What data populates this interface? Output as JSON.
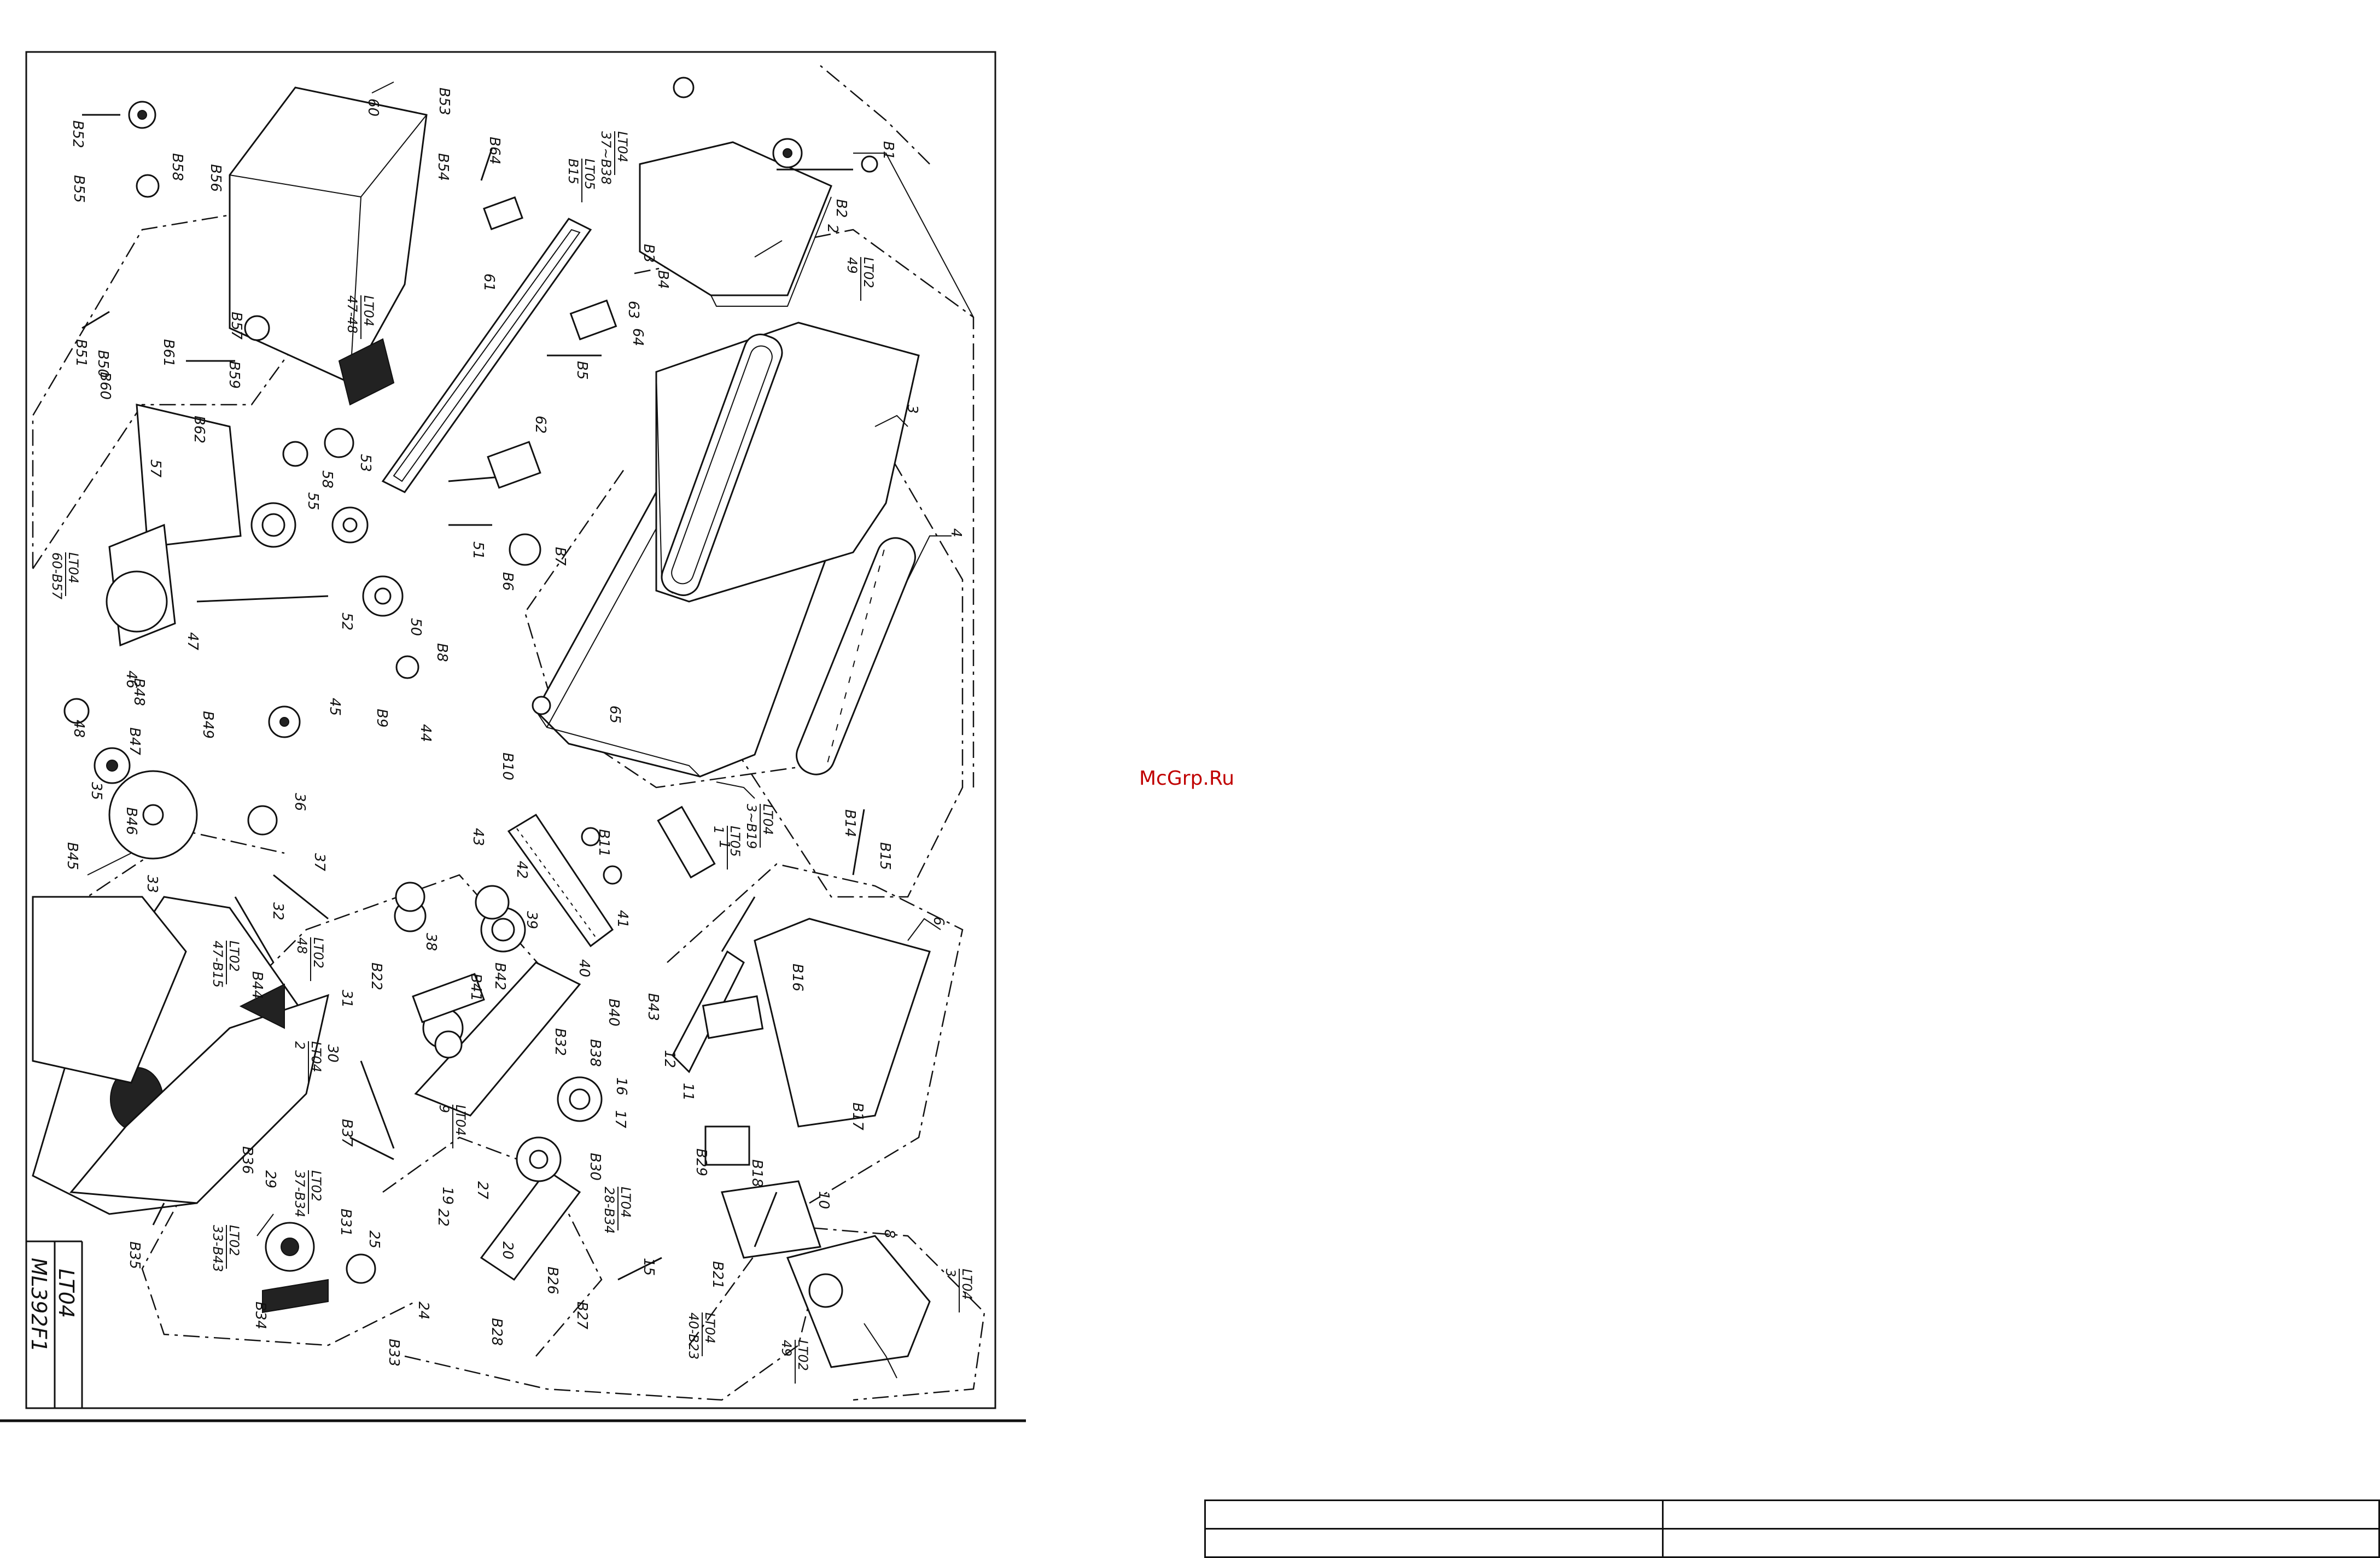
{
  "watermark": "McGrp.Ru",
  "title_block": {
    "code": "LT04",
    "model": "ML392F1"
  },
  "part_labels": {
    "p1": "1",
    "p2": "2",
    "p3": "3",
    "p4": "4",
    "p6": "6",
    "p8": "8",
    "p10": "10",
    "p11": "11",
    "p12": "12",
    "p15": "15",
    "p16": "16",
    "p17": "17",
    "p19": "19",
    "p20": "20",
    "p22": "22",
    "p24": "24",
    "p25": "25",
    "p27": "27",
    "p29": "29",
    "p30": "30",
    "p31": "31",
    "p32": "32",
    "p33": "33",
    "p35": "35",
    "p36": "36",
    "p37": "37",
    "p38": "38",
    "p39": "39",
    "p40": "40",
    "p41": "41",
    "p42": "42",
    "p43": "43",
    "p44": "44",
    "p45": "45",
    "p46": "46",
    "p47": "47",
    "p48": "48",
    "p50": "50",
    "p51": "51",
    "p52": "52",
    "p53": "53",
    "p55": "55",
    "p57": "57",
    "p58": "58",
    "p60": "60",
    "p61": "61",
    "p62": "62",
    "p63": "63",
    "p64": "64",
    "p65": "65",
    "b1": "B1",
    "b2": "B2",
    "b3": "B3",
    "b4": "B4",
    "b5": "B5",
    "b6": "B6",
    "b7": "B7",
    "b8": "B8",
    "b9": "B9",
    "b10": "B10",
    "b11": "B11",
    "b14": "B14",
    "b15": "B15",
    "b16": "B16",
    "b17": "B17",
    "b18": "B18",
    "b21": "B21",
    "b22": "B22",
    "b26": "B26",
    "b27": "B27",
    "b28": "B28",
    "b29": "B29",
    "b30": "B30",
    "b31": "B31",
    "b32": "B32",
    "b33": "B33",
    "b34": "B34",
    "b35": "B35",
    "b36": "B36",
    "b37": "B37",
    "b38": "B38",
    "b40": "B40",
    "b41": "B41",
    "b42": "B42",
    "b43": "B43",
    "b44": "B44",
    "b45": "B45",
    "b46": "B46",
    "b47": "B47",
    "b48": "B48",
    "b49": "B49",
    "b50": "B50",
    "b51": "B51",
    "b52": "B52",
    "b53": "B53",
    "b54": "B54",
    "b55": "B55",
    "b56": "B56",
    "b57": "B57",
    "b58": "B58",
    "b59": "B59",
    "b60": "B60",
    "b61": "B61",
    "b62": "B62",
    "b64": "B64"
  },
  "ref_labels": {
    "r1": "LT04",
    "r1s": "3~B19",
    "r2": "LT05",
    "r2s": "1",
    "r3": "LT04",
    "r3s": "37~B38",
    "r4": "LT05",
    "r4s": "B15",
    "r5": "LT02",
    "r5s": "49",
    "r6": "LT04",
    "r6s": "47-48",
    "r7": "LT04",
    "r7s": "60-B57",
    "r8": "LT02",
    "r8s": "47-B15",
    "r9": "LT02",
    "r9s": "48",
    "r10": "LT04",
    "r10s": "2",
    "r11": "LT04",
    "r11s": "28-B34",
    "r12": "LT02",
    "r12s": "37-B34",
    "r13": "LT02",
    "r13s": "33-B43",
    "r14": "LT04",
    "r14s": "3",
    "r15": "LT04",
    "r15s": "40-B23",
    "r16": "LT02",
    "r16s": "49",
    "r17": "LT04",
    "r17s": "9"
  },
  "table": {
    "rows": [
      [
        "",
        ""
      ],
      [
        "",
        ""
      ]
    ]
  }
}
